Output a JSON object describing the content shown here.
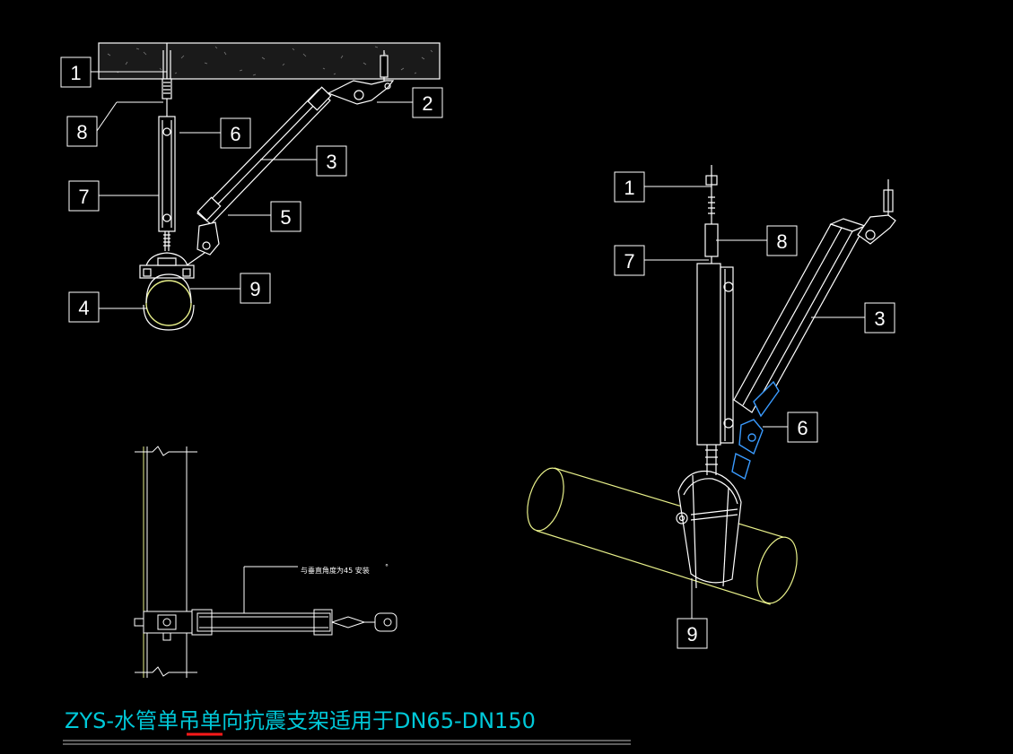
{
  "title": "ZYS-水管单吊单向抗震支架适用于DN65-DN150",
  "note": "与垂直角度为45 安装",
  "degree_mark": "°",
  "colors": {
    "background": "#000000",
    "line": "#ffffff",
    "pipe": "#e8f08a",
    "accent": "#3a9bff",
    "title": "#00c8d8",
    "underline": "#ff1a1a"
  },
  "callouts_left": [
    {
      "id": "1",
      "label": "1"
    },
    {
      "id": "2",
      "label": "2"
    },
    {
      "id": "3",
      "label": "3"
    },
    {
      "id": "4",
      "label": "4"
    },
    {
      "id": "5",
      "label": "5"
    },
    {
      "id": "6",
      "label": "6"
    },
    {
      "id": "7",
      "label": "7"
    },
    {
      "id": "8",
      "label": "8"
    },
    {
      "id": "9",
      "label": "9"
    }
  ],
  "callouts_right": [
    {
      "id": "1",
      "label": "1"
    },
    {
      "id": "8",
      "label": "8"
    },
    {
      "id": "7",
      "label": "7"
    },
    {
      "id": "3",
      "label": "3"
    },
    {
      "id": "6",
      "label": "6"
    },
    {
      "id": "9",
      "label": "9"
    }
  ]
}
